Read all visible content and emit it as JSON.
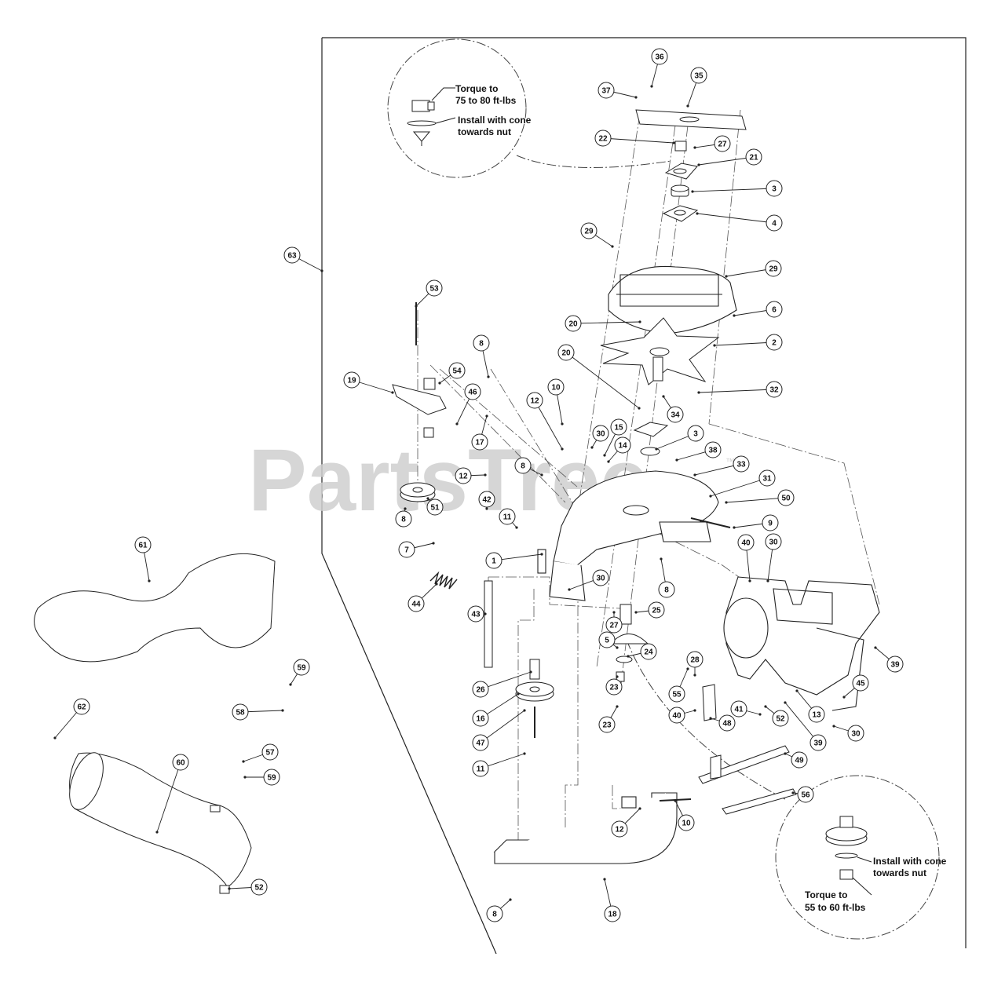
{
  "watermark": {
    "text": "PartsTree",
    "tm": "™"
  },
  "notes": {
    "top_torque_1": "Torque to",
    "top_torque_2": "75 to 80 ft-lbs",
    "top_install_1": "Install with cone",
    "top_install_2": "towards nut",
    "bottom_install_1": "Install with cone",
    "bottom_install_2": "towards nut",
    "bottom_torque_1": "Torque to",
    "bottom_torque_2": "55 to 60 ft-lbs"
  },
  "callouts": [
    {
      "n": "36"
    },
    {
      "n": "35"
    },
    {
      "n": "37"
    },
    {
      "n": "22"
    },
    {
      "n": "27"
    },
    {
      "n": "21"
    },
    {
      "n": "3"
    },
    {
      "n": "4"
    },
    {
      "n": "29"
    },
    {
      "n": "29"
    },
    {
      "n": "63"
    },
    {
      "n": "53"
    },
    {
      "n": "20"
    },
    {
      "n": "6"
    },
    {
      "n": "2"
    },
    {
      "n": "8"
    },
    {
      "n": "54"
    },
    {
      "n": "19"
    },
    {
      "n": "46"
    },
    {
      "n": "20"
    },
    {
      "n": "32"
    },
    {
      "n": "10"
    },
    {
      "n": "12"
    },
    {
      "n": "34"
    },
    {
      "n": "17"
    },
    {
      "n": "30"
    },
    {
      "n": "15"
    },
    {
      "n": "3"
    },
    {
      "n": "14"
    },
    {
      "n": "38"
    },
    {
      "n": "12"
    },
    {
      "n": "8"
    },
    {
      "n": "33"
    },
    {
      "n": "31"
    },
    {
      "n": "50"
    },
    {
      "n": "42"
    },
    {
      "n": "8"
    },
    {
      "n": "51"
    },
    {
      "n": "11"
    },
    {
      "n": "9"
    },
    {
      "n": "7"
    },
    {
      "n": "1"
    },
    {
      "n": "40"
    },
    {
      "n": "30"
    },
    {
      "n": "61"
    },
    {
      "n": "8"
    },
    {
      "n": "30"
    },
    {
      "n": "44"
    },
    {
      "n": "43"
    },
    {
      "n": "27"
    },
    {
      "n": "25"
    },
    {
      "n": "5"
    },
    {
      "n": "24"
    },
    {
      "n": "28"
    },
    {
      "n": "39"
    },
    {
      "n": "59"
    },
    {
      "n": "26"
    },
    {
      "n": "23"
    },
    {
      "n": "45"
    },
    {
      "n": "58"
    },
    {
      "n": "55"
    },
    {
      "n": "16"
    },
    {
      "n": "40"
    },
    {
      "n": "41"
    },
    {
      "n": "52"
    },
    {
      "n": "13"
    },
    {
      "n": "39"
    },
    {
      "n": "62"
    },
    {
      "n": "23"
    },
    {
      "n": "47"
    },
    {
      "n": "48"
    },
    {
      "n": "30"
    },
    {
      "n": "60"
    },
    {
      "n": "57"
    },
    {
      "n": "59"
    },
    {
      "n": "11"
    },
    {
      "n": "49"
    },
    {
      "n": "56"
    },
    {
      "n": "12"
    },
    {
      "n": "10"
    },
    {
      "n": "52"
    },
    {
      "n": "8"
    },
    {
      "n": "18"
    }
  ]
}
